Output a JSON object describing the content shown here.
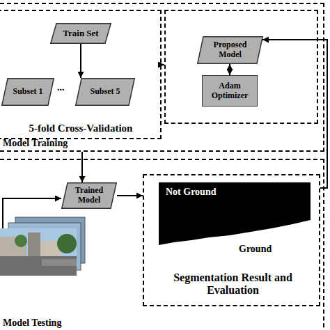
{
  "diagram": {
    "nodes": [
      {
        "text": [
          "Model Training"
        ]
      },
      {
        "text": [
          "5-fold Cross-Validation"
        ],
        "in": 0
      },
      {
        "text": [
          "Train Set"
        ],
        "in": 1
      },
      {
        "text": [
          "Subset 1"
        ],
        "in": 1
      },
      {
        "text": [
          "Subset 5"
        ],
        "in": 1
      },
      {
        "text": [],
        "in": 0
      },
      {
        "text": [
          "Proposed Model"
        ],
        "in": 5
      },
      {
        "text": [
          "Adam Optimizer"
        ],
        "in": 5
      },
      {
        "text": [
          "Model Testing"
        ]
      },
      {
        "text": [
          "Trained Model"
        ],
        "in": 8
      },
      {
        "text": [
          "Segmentation Result and Evaluation"
        ],
        "in": 8
      }
    ],
    "edges": [
      {
        "from": 1,
        "to": 5,
        "arrow": "to"
      },
      {
        "from": 2,
        "to": 4,
        "arrow": "to"
      },
      {
        "from": 6,
        "to": 7,
        "arrow": "both"
      },
      {
        "from": 10,
        "to": 6,
        "arrow": "to"
      },
      {
        "from": 0,
        "to": 9,
        "arrow": "to"
      },
      {
        "from": 9,
        "to": 10,
        "arrow": "to"
      }
    ],
    "labels": [
      "...",
      "Not Ground",
      "Ground"
    ]
  }
}
